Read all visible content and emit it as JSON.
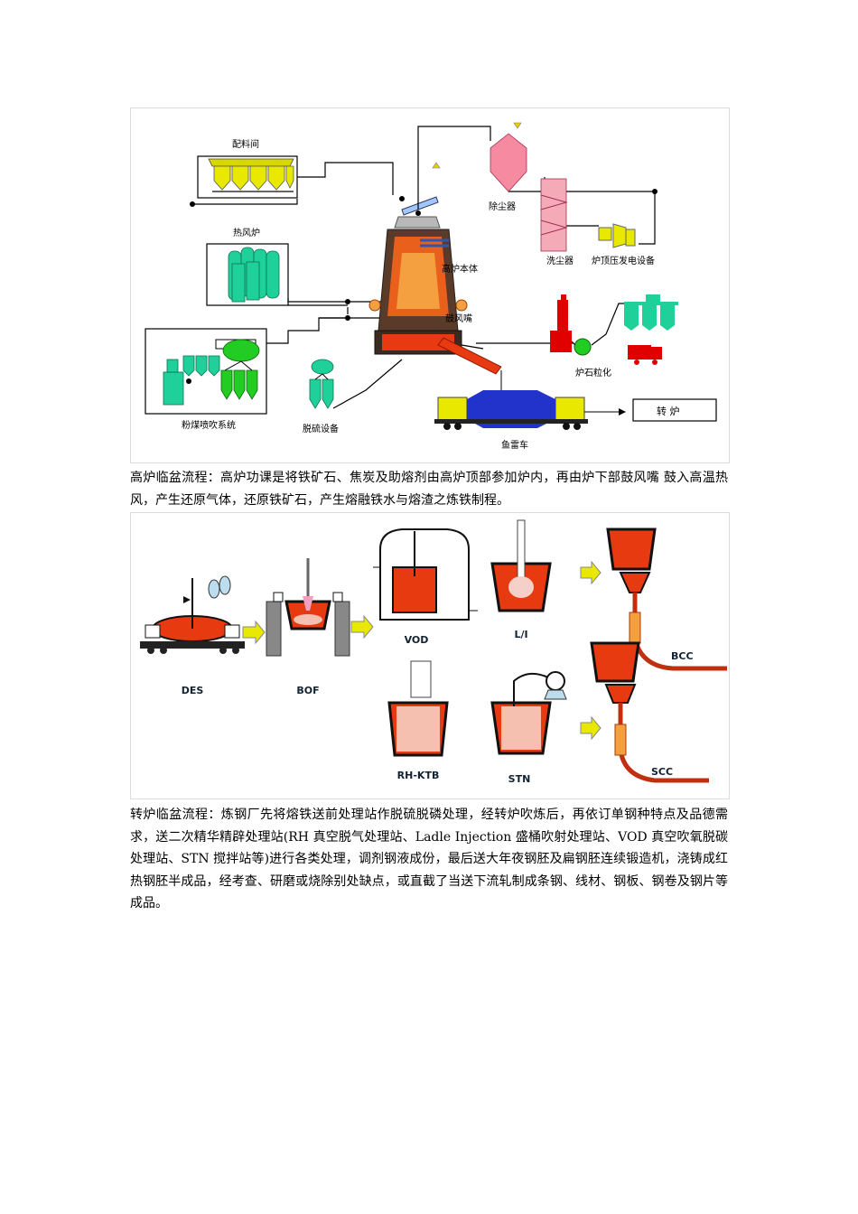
{
  "figure1": {
    "labels": {
      "batching_room": "配料间",
      "hot_stove": "热风炉",
      "coal_injection": "粉煤喷吹系统",
      "desulfurization": "脱硫设备",
      "furnace_body": "高炉本体",
      "tuyere": "鼓风嘴",
      "dust_catcher": "除尘器",
      "scrubber": "洗尘器",
      "top_pressure_power": "炉顶压发电设备",
      "slag_granulation": "炉石粒化",
      "torpedo_car": "鱼雷车",
      "converter": "转 炉"
    }
  },
  "caption1": "高炉临盆流程：高炉功课是将铁矿石、焦炭及助熔剂由高炉顶部参加炉内，再由炉下部鼓风嘴 鼓入高温热风，产生还原气体，还原铁矿石，产生熔融铁水与熔渣之炼铁制程。",
  "figure2": {
    "labels": {
      "des": "DES",
      "bof": "BOF",
      "vod": "VOD",
      "li": "L/I",
      "rh": "RH-KTB",
      "stn": "STN",
      "bcc": "BCC",
      "scc": "SCC"
    }
  },
  "caption2": "转炉临盆流程：炼钢厂先将熔铁送前处理站作脱硫脱磷处理，经转炉吹炼后，再依订单钢种特点及品德需求，送二次精华精辟处理站(RH 真空脱气处理站、Ladle Injection 盛桶吹射处理站、VOD 真空吹氧脱碳处理站、STN 搅拌站等)进行各类处理，调剂钢液成份，最后送大年夜钢胚及扁钢胚连续锻造机，浇铸成红热钢胚半成品，经考查、研磨或烧除别处缺点，或直截了当送下流轧制成条钢、线材、钢板、钢卷及钢片等成品。",
  "colors": {
    "hopper_yellow": "#e8e800",
    "stove_green": "#1fd09a",
    "dust_pink": "#f58aa0",
    "furnace_orange": "#e8601c",
    "molten_red": "#e83a10",
    "torpedo_blue": "#2233cc",
    "machine_red": "#e00000",
    "bright_green": "#22cc22"
  }
}
